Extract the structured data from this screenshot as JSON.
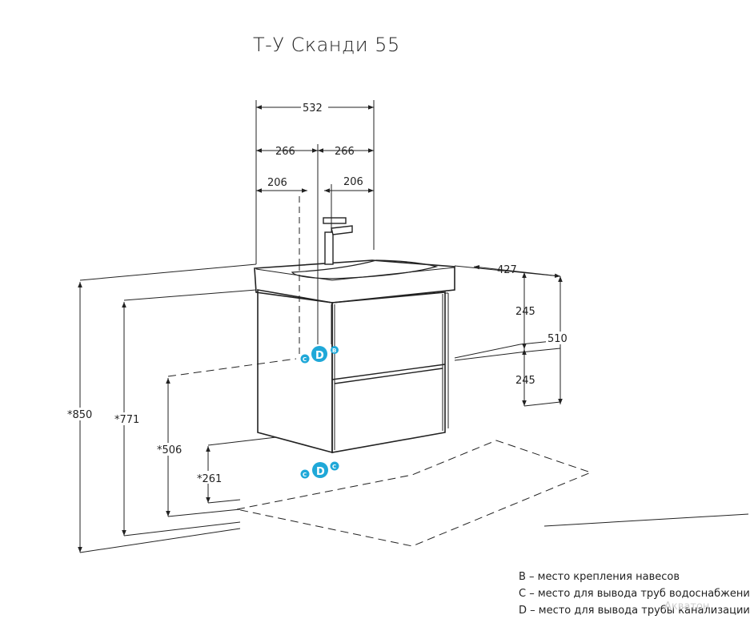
{
  "title": "Т-У Сканди 55",
  "dimensions": {
    "width_total": "532",
    "half_left": "266",
    "half_right": "266",
    "offset_left": "206",
    "offset_right": "206",
    "depth": "427",
    "height_body": "510",
    "height_upper": "245",
    "height_lower": "245",
    "height_total": "*850",
    "height_771": "*771",
    "height_506": "*506",
    "height_261": "*261"
  },
  "markers": {
    "c": "C",
    "d": "D",
    "b": "B",
    "accent_color": "#1fa8d8"
  },
  "legend": [
    "B – место крепления навесов",
    "С – место для вывода труб водоснабжения",
    "D – место для вывода трубы канализации"
  ],
  "watermark": "Акватон"
}
